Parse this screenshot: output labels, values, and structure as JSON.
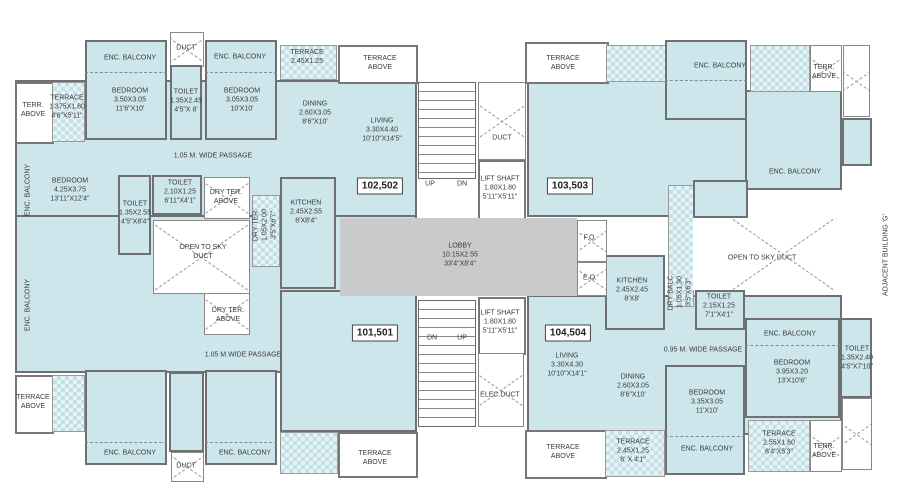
{
  "colors": {
    "room": "#cde6ec",
    "wall": "#6f7072",
    "lobby": "#c9cacb",
    "terrace": "#c4e1ea"
  },
  "units": {
    "u1": "102,502",
    "u2": "101,501",
    "u3": "103,503",
    "u4": "104,504"
  },
  "left": {
    "enc_balcony_1": "ENC. BALCONY",
    "duct_top": "DUCT",
    "enc_balcony_2": "ENC. BALCONY",
    "terrace_top": [
      "TERRACE",
      "2.45X1.25"
    ],
    "terrace_above_top": [
      "TERRACE",
      "ABOVE"
    ],
    "terr_above": [
      "TERR.",
      "ABOVE"
    ],
    "terrace_small": [
      "TERRACE",
      "1.375X1.80",
      "4'6\"X5'11\""
    ],
    "bedroom_1": [
      "BEDROOM",
      "3.50X3.05",
      "11'6\"X10'"
    ],
    "toilet_1": [
      "TOILET",
      "1.35X2.45",
      "4'5\"X 8'"
    ],
    "bedroom_2": [
      "BEDROOM",
      "3.05X3.05",
      "10'X10'"
    ],
    "dining": [
      "DINING",
      "2.60X3.05",
      "8'6\"X10'"
    ],
    "living": [
      "LIVING",
      "3.30X4.40",
      "10'10\"X14'5\""
    ],
    "passage_top": "1.05 M. WIDE PASSAGE",
    "enc_balcony_side": "ENC. BALCONY",
    "bedroom_3": [
      "BEDROOM",
      "4.25X3.75",
      "13'11\"X12'4\""
    ],
    "toilet_2": [
      "TOILET",
      "1.35X2.55",
      "4'5\"X8'4\""
    ],
    "toilet_3": [
      "TOILET",
      "2.10X1.25",
      "6'11\"X4'1\""
    ],
    "dry_ter_above_1": [
      "DRY TER.",
      "ABOVE"
    ],
    "dry_ter": [
      "DRY TER.",
      "1.05X2.00",
      "3'5\"X6'7\""
    ],
    "kitchen": [
      "KITCHEN",
      "2.45X2.55",
      "8'X8'4\""
    ],
    "open_duct": [
      "OPEN TO SKY",
      "DUCT"
    ],
    "dry_ter_above_2": [
      "DRY TER.",
      "ABOVE"
    ],
    "enc_balcony_side_2": "ENC. BALCONY",
    "passage_bottom": "1.05 M.WIDE PASSAGE",
    "terrace_above_bl": [
      "TERRACE",
      "ABOVE"
    ],
    "enc_balcony_3": "ENC. BALCONY",
    "duct_bottom": "DUCT",
    "enc_balcony_4": "ENC. BALCONY",
    "terrace_above_bottom": [
      "TERRACE",
      "ABOVE"
    ]
  },
  "core": {
    "up_top": "UP",
    "dn_top": "DN",
    "duct": "DUCT",
    "lift_1": [
      "LIFT SHAFT",
      "1.80X1.80",
      "5'11\"X5'11\""
    ],
    "lobby": [
      "LOBBY",
      "10.15X2.55",
      "33'4\"X8'4\""
    ],
    "lift_2": [
      "LIFT SHAFT",
      "1.80X1.80",
      "5'11\"X5'11\""
    ],
    "dn_bottom": "DN",
    "up_bottom": "UP",
    "elec_duct": "ELEC.DUCT",
    "fo": "F.O.",
    "eo": "E.O."
  },
  "right": {
    "terrace_above_top": [
      "TERRACE",
      "ABOVE"
    ],
    "enc_balcony_top": "ENC. BALCONY",
    "terr_above_top": [
      "TERR.",
      "ABOVE"
    ],
    "enc_balcony_mid": "ENC. BALCONY",
    "kitchen": [
      "KITCHEN",
      "2.45X2.45",
      "8'X8'"
    ],
    "dry_balc": [
      "DRY BALC.",
      "1.05X1.90",
      "3'5\"X6'3\""
    ],
    "open_duct": "OPEN TO SKY DUCT",
    "adjacent": "ADJACENT BUILDING 'G'",
    "toilet_1": [
      "TOILET",
      "2.15X1.25",
      "7'1\"X4'1\""
    ],
    "enc_balcony_2": "ENC. BALCONY",
    "toilet_2": [
      "TOILET",
      "1.35X2.40",
      "4'5\"X7'10\""
    ],
    "passage": "0.95 M. WIDE PASSAGE",
    "living": [
      "LIVING",
      "3.30X4.30",
      "10'10\"X14'1\""
    ],
    "dining": [
      "DINING",
      "2.60X3.05",
      "8'6\"X10'"
    ],
    "bedroom_1": [
      "BEDROOM",
      "3.35X3.05",
      "11'X10'"
    ],
    "bedroom_2": [
      "BEDROOM",
      "3.95X3.20",
      "13'X10'6\""
    ],
    "enc_balcony_bottom": "ENC. BALCONY",
    "terrace_above_bottom": [
      "TERRACE",
      "ABOVE"
    ],
    "terrace_1": [
      "TERRACE",
      "2.45X1.25",
      "8' X 4'1\""
    ],
    "terrace_2": [
      "TERRACE",
      "2.55X1.60",
      "8'4\"X5'3\""
    ],
    "terr_above_bottom": [
      "TERR.",
      "ABOVE"
    ]
  }
}
